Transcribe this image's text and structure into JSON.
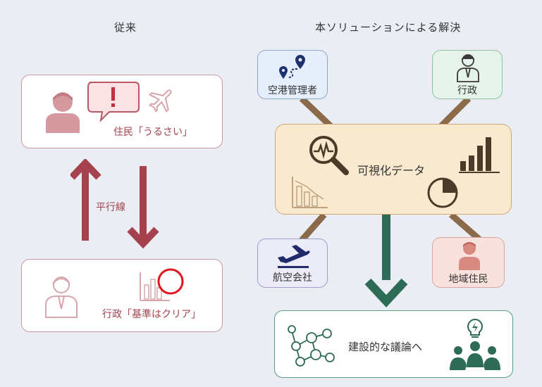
{
  "headings": {
    "left": "従来",
    "right": "本ソリューションによる解決"
  },
  "left": {
    "resident_label": "住民「うるさい」",
    "arrow_label": "平行線",
    "gov_label": "行政「基準はクリア」"
  },
  "right": {
    "airport_label": "空港管理者",
    "gov_label": "行政",
    "center_label": "可視化データ",
    "airline_label": "航空会社",
    "resident_label": "地域住民",
    "result_label": "建設的な議論へ"
  },
  "colors": {
    "background": "#eaedf3",
    "red_accent": "#a5424e",
    "brown_connector": "#8a6a48",
    "green_arrow": "#2e6b57"
  }
}
